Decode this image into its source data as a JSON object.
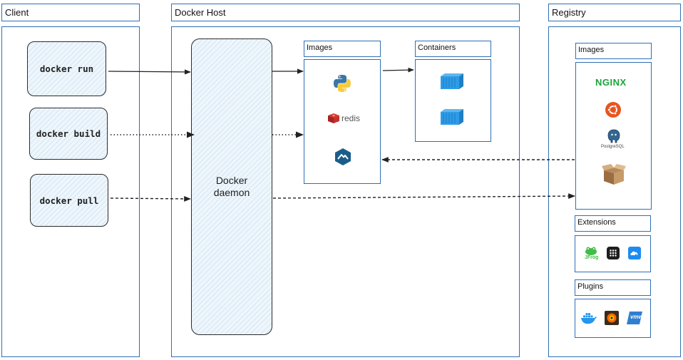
{
  "client": {
    "title": "Client",
    "commands": {
      "run": "docker run",
      "build": "docker build",
      "pull": "docker pull"
    }
  },
  "host": {
    "title": "Docker Host",
    "daemon_line1": "Docker",
    "daemon_line2": "daemon",
    "images_title": "Images",
    "containers_title": "Containers",
    "images": {
      "redis_label": "redis"
    }
  },
  "registry": {
    "title": "Registry",
    "images_title": "Images",
    "extensions_title": "Extensions",
    "plugins_title": "Plugins",
    "images": {
      "nginx_label": "NGINX",
      "postgres_label": "PostgreSQL"
    },
    "extensions": {
      "jfrog_label": "JFrog"
    },
    "plugins": {
      "vmw_label": "vmw"
    }
  },
  "colors": {
    "panel_border": "#2f6fb5",
    "box_fill": "#eef6fc",
    "container_blue": "#2e9be6",
    "nginx_green": "#1aa33b",
    "ubuntu_orange": "#e9541f",
    "redis_red": "#c6302b"
  }
}
